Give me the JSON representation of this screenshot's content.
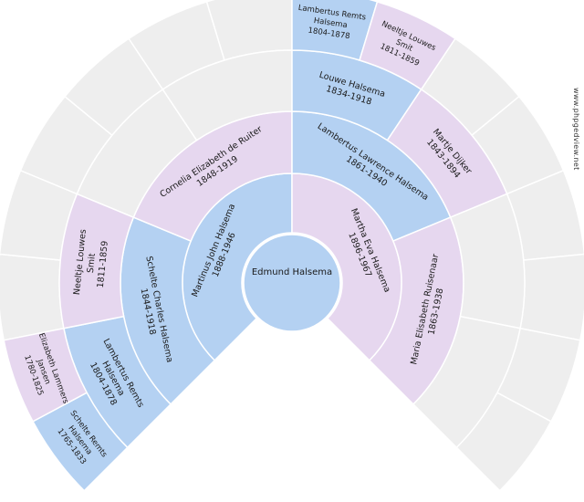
{
  "colors": {
    "male": "#b4d1f2",
    "female": "#e6d7ef",
    "empty": "#eeeeee",
    "stroke": "#ffffff"
  },
  "credit": "www.phpgedview.net",
  "chart_data": {
    "type": "fan",
    "root": {
      "name": "Edmund Halsema",
      "sex": "M"
    },
    "people": [
      {
        "id": "g1-0",
        "gen": 1,
        "slot": 0,
        "sex": "M",
        "name": "Martinus John Halsema",
        "years": "1888-1946"
      },
      {
        "id": "g1-1",
        "gen": 1,
        "slot": 1,
        "sex": "F",
        "name": "Martha Eva Halsema",
        "years": "1896-1967"
      },
      {
        "id": "g2-0",
        "gen": 2,
        "slot": 0,
        "sex": "M",
        "name": "Schelte Charles Halsema",
        "years": "1844-1918"
      },
      {
        "id": "g2-1",
        "gen": 2,
        "slot": 1,
        "sex": "F",
        "name": "Cornelia Elizabeth de Ruiter",
        "years": "1848-1919"
      },
      {
        "id": "g2-2",
        "gen": 2,
        "slot": 2,
        "sex": "M",
        "name": "Lambertus Lawrence Halsema",
        "years": "1861-1940"
      },
      {
        "id": "g2-3",
        "gen": 2,
        "slot": 3,
        "sex": "F",
        "name": "Maria Elisabeth Ruisenaar",
        "years": "1863-1938"
      },
      {
        "id": "g3-0",
        "gen": 3,
        "slot": 0,
        "sex": "M",
        "name": "Lambertus Remts Halsema",
        "years": "1804-1878"
      },
      {
        "id": "g3-1",
        "gen": 3,
        "slot": 1,
        "sex": "F",
        "name": "Neeltje Louwes Smit",
        "years": "1811-1859"
      },
      {
        "id": "g3-2",
        "gen": 3,
        "slot": 2,
        "sex": "N",
        "name": "",
        "years": ""
      },
      {
        "id": "g3-3",
        "gen": 3,
        "slot": 3,
        "sex": "N",
        "name": "",
        "years": ""
      },
      {
        "id": "g3-4",
        "gen": 3,
        "slot": 4,
        "sex": "M",
        "name": "Louwe Halsema",
        "years": "1834-1918"
      },
      {
        "id": "g3-5",
        "gen": 3,
        "slot": 5,
        "sex": "F",
        "name": "Martje Dijker",
        "years": "1843-1894"
      },
      {
        "id": "g3-6",
        "gen": 3,
        "slot": 6,
        "sex": "N",
        "name": "",
        "years": ""
      },
      {
        "id": "g3-7",
        "gen": 3,
        "slot": 7,
        "sex": "N",
        "name": "",
        "years": ""
      },
      {
        "id": "g4-0",
        "gen": 4,
        "slot": 0,
        "sex": "M",
        "name": "Schelte Remts Halsema",
        "years": "1765-1833"
      },
      {
        "id": "g4-1",
        "gen": 4,
        "slot": 1,
        "sex": "F",
        "name": "Elizabeth Lammers Jansen",
        "years": "1780-1825"
      },
      {
        "id": "g4-8",
        "gen": 4,
        "slot": 8,
        "sex": "M",
        "name": "Lambertus Remts Halsema",
        "years": "1804-1878"
      },
      {
        "id": "g4-9",
        "gen": 4,
        "slot": 9,
        "sex": "F",
        "name": "Neeltje Louwes Smit",
        "years": "1811-1859"
      }
    ]
  }
}
